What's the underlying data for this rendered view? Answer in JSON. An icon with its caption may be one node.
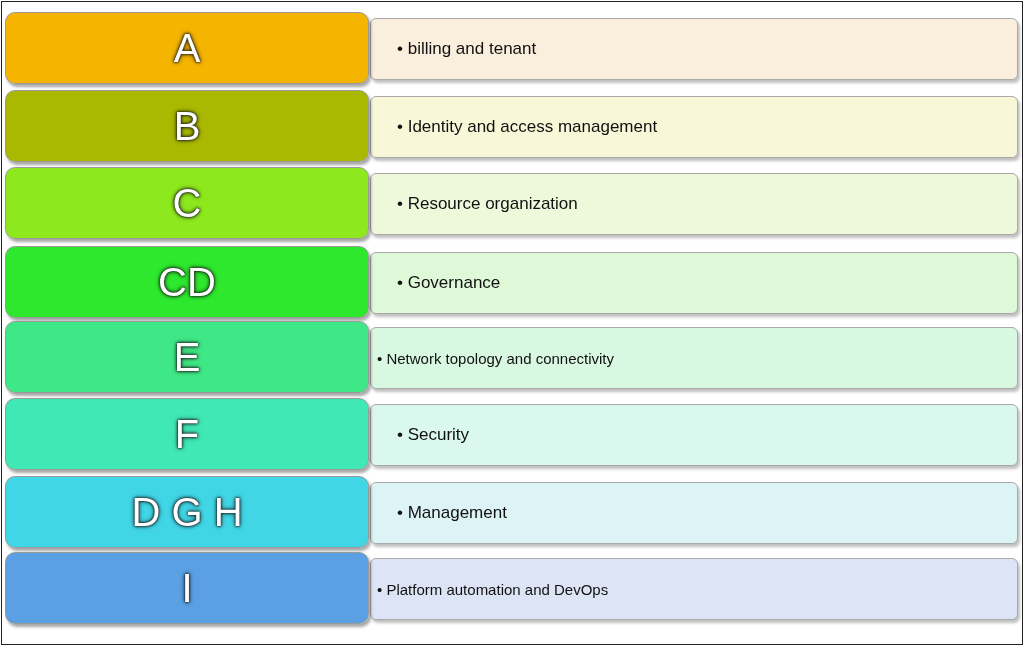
{
  "diagram": {
    "nodes": [
      {
        "text": [
          "A"
        ]
      },
      {
        "text": [
          "• billing and tenant"
        ]
      },
      {
        "text": [
          "B"
        ]
      },
      {
        "text": [
          "• Identity and access management"
        ]
      },
      {
        "text": [
          "C"
        ]
      },
      {
        "text": [
          "• Resource organization"
        ]
      },
      {
        "text": [
          "CD"
        ]
      },
      {
        "text": [
          "• Governance"
        ]
      },
      {
        "text": [
          "E"
        ]
      },
      {
        "text": [
          "• Network topology and connectivity"
        ]
      },
      {
        "text": [
          "F"
        ]
      },
      {
        "text": [
          "• Security"
        ]
      },
      {
        "text": [
          "D G H"
        ]
      },
      {
        "text": [
          "• Management"
        ]
      },
      {
        "text": [
          "I"
        ]
      },
      {
        "text": [
          "• Platform automation and DevOps"
        ]
      }
    ]
  }
}
